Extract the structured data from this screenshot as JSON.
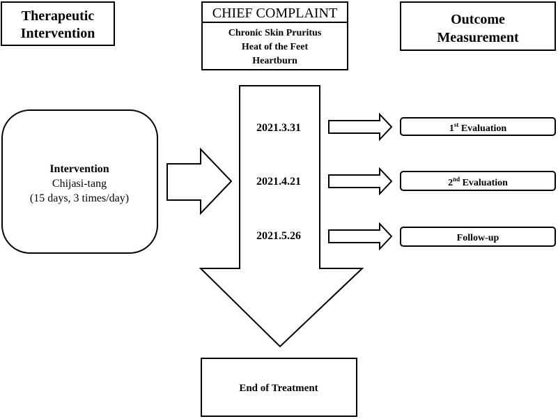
{
  "headers": {
    "therapeutic": [
      "Therapeutic",
      "Intervention"
    ],
    "outcome": [
      "Outcome",
      "Measurement"
    ]
  },
  "chief_complaint": {
    "title": "CHIEF COMPLAINT",
    "items": [
      "Chronic Skin Pruritus",
      "Heat of the Feet",
      "Heartburn"
    ]
  },
  "intervention": {
    "title": "Intervention",
    "name": "Chijasi-tang",
    "detail": "(15 days, 3 times/day)"
  },
  "timeline": [
    {
      "date": "2021.3.31",
      "outcome": {
        "prefix": "1",
        "sup": "st",
        "suffix": " Evaluation"
      }
    },
    {
      "date": "2021.4.21",
      "outcome": {
        "prefix": "2",
        "sup": "nd",
        "suffix": " Evaluation"
      }
    },
    {
      "date": "2021.5.26",
      "outcome": {
        "prefix": "Follow-up",
        "sup": "",
        "suffix": ""
      }
    }
  ],
  "end": {
    "label": "End of Treatment"
  }
}
